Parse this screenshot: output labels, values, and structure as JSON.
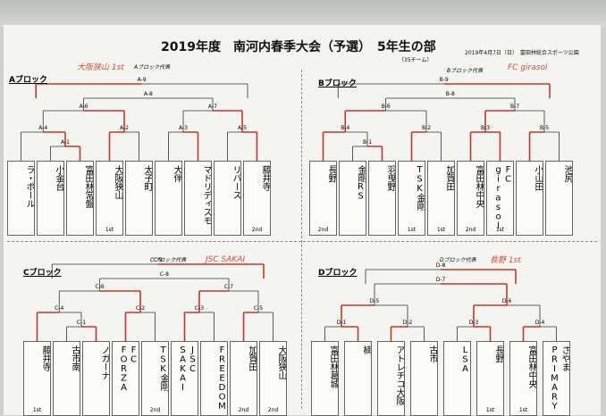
{
  "header": {
    "title": "2019年度　南河内春季大会（予選）　5年生の部",
    "date": "2019年4月7日（日）　富田林総合スポーツ公園",
    "team_count": "（35チーム）"
  },
  "blocks": [
    {
      "name": "Aブロック",
      "rep_label": "Aブロック代表",
      "note": "大阪狭山 1st",
      "matches": [
        "A-9",
        "A-8",
        "A-6",
        "A-7",
        "A-4",
        "A-1",
        "A-2",
        "A-3",
        "A-5"
      ],
      "teams": [
        {
          "name": "ラ・ポール",
          "rank": ""
        },
        {
          "name": "小金台",
          "rank": ""
        },
        {
          "name": "富田林常盤",
          "rank": ""
        },
        {
          "name": "大阪狭山",
          "rank": "1st"
        },
        {
          "name": "太子町",
          "rank": ""
        },
        {
          "name": "大伴",
          "rank": ""
        },
        {
          "name": "マドリディスモ",
          "rank": ""
        },
        {
          "name": "リバース",
          "rank": ""
        },
        {
          "name": "藤井寺",
          "rank": "2nd"
        }
      ]
    },
    {
      "name": "Bブロック",
      "rep_label": "Bブロック代表",
      "note": "FC girasol",
      "matches": [
        "B-9",
        "B-8",
        "B-6",
        "B-7",
        "B-4",
        "B-1",
        "B-2",
        "B-3",
        "B-5"
      ],
      "teams": [
        {
          "name": "長野",
          "rank": "2nd"
        },
        {
          "name": "金剛RS",
          "rank": ""
        },
        {
          "name": "羽曳野",
          "rank": ""
        },
        {
          "name": "TSK金剛",
          "rank": "1st"
        },
        {
          "name": "加賀田",
          "rank": "1st"
        },
        {
          "name": "富田林中央",
          "rank": "2nd"
        },
        {
          "name": "FC girasol",
          "rank": "1st"
        },
        {
          "name": "小山田",
          "rank": ""
        },
        {
          "name": "池尻",
          "rank": ""
        }
      ]
    },
    {
      "name": "Cブロック",
      "rep_label": "Cブロック代表",
      "note": "JSC SAKAI",
      "matches": [
        "C-9",
        "C-8",
        "C-6",
        "C-7",
        "C-4",
        "C-1",
        "C-2",
        "C-3",
        "C-5"
      ],
      "teams": [
        {
          "name": "藤井寺",
          "rank": "1st"
        },
        {
          "name": "古市南",
          "rank": ""
        },
        {
          "name": "ノガーナ",
          "rank": ""
        },
        {
          "name": "FC FORZA",
          "rank": ""
        },
        {
          "name": "TSK金剛",
          "rank": "2nd"
        },
        {
          "name": "JSC SAKAI",
          "rank": ""
        },
        {
          "name": "FREEDOM",
          "rank": ""
        },
        {
          "name": "加賀田",
          "rank": "2nd"
        },
        {
          "name": "大阪狭山",
          "rank": "2nd"
        }
      ]
    },
    {
      "name": "Dブロック",
      "rep_label": "Dブロック代表",
      "note": "長野 1st",
      "matches": [
        "D-8",
        "D-7",
        "D-5",
        "D-6",
        "D-1",
        "D-2",
        "D-3",
        "D-4"
      ],
      "teams": [
        {
          "name": "富田林葛城",
          "rank": ""
        },
        {
          "name": "楠",
          "rank": ""
        },
        {
          "name": "アトレチコ大阪",
          "rank": ""
        },
        {
          "name": "古市",
          "rank": ""
        },
        {
          "name": "LSA",
          "rank": ""
        },
        {
          "name": "長野",
          "rank": "1st"
        },
        {
          "name": "富田林中央",
          "rank": "1st"
        },
        {
          "name": "さやまPRIMARY",
          "rank": ""
        }
      ]
    }
  ],
  "colors": {
    "winner_line": "#c8352a",
    "line": "#333333",
    "accent_note": "#d24a3a"
  }
}
